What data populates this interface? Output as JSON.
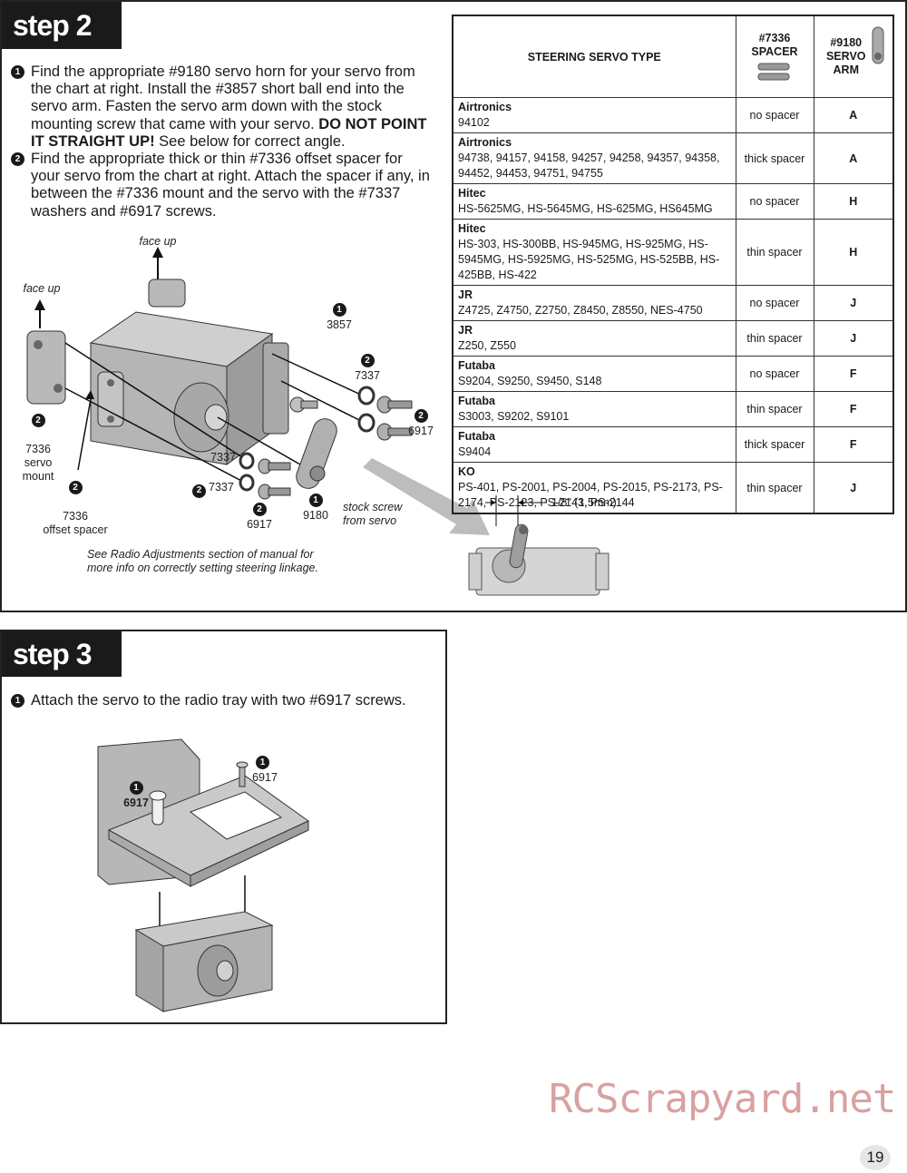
{
  "step2": {
    "tab": "step 2",
    "instructions": [
      {
        "num": "1",
        "text": "Find the appropriate #9180 servo horn for your servo from the chart at right. Install the #3857 short ball end into the servo arm. Fasten the servo arm down with the stock mounting screw that came with your servo. ",
        "bold": "DO NOT POINT IT STRAIGHT UP!",
        "tail": " See below for correct angle."
      },
      {
        "num": "2",
        "text": "Find the appropriate thick or thin #7336 offset spacer for your servo from the chart at right. Attach the spacer if any, in between the #7336 mount and the servo with the #7337 washers and #6917 screws."
      }
    ],
    "labels": {
      "face_up_1": "face up",
      "face_up_2": "face up",
      "n3857_num": "1",
      "n3857": "3857",
      "n7337a_num": "2",
      "n7337a": "7337",
      "n6917a_num": "2",
      "n6917a": "6917",
      "servo_mount_num": "2",
      "servo_mount": "7336\nservo\nmount",
      "offset_spacer_num": "2",
      "offset_spacer": "7336\noffset spacer",
      "n7337b": "7337",
      "n7337c_num": "2",
      "n7337c": "7337",
      "n6917b_num": "2",
      "n6917b": "6917",
      "n9180_num": "1",
      "n9180": "9180",
      "stock_screw": "stock screw\nfrom servo",
      "note": "See Radio Adjustments section of manual  for\nmore info on correctly setting steering linkage.",
      "measure": "1/8\" (1.5mm)"
    },
    "table": {
      "headers": {
        "type": "STEERING SERVO TYPE",
        "spacer": "#7336\nSPACER",
        "arm": "#9180\nSERVO\nARM"
      },
      "rows": [
        {
          "brand": "Airtronics",
          "models": "94102",
          "spacer": "no spacer",
          "arm": "A"
        },
        {
          "brand": "Airtronics",
          "models": "94738, 94157, 94158, 94257, 94258, 94357, 94358, 94452, 94453, 94751, 94755",
          "spacer": "thick spacer",
          "arm": "A"
        },
        {
          "brand": "Hitec",
          "models": "HS-5625MG, HS-5645MG, HS-625MG, HS645MG",
          "spacer": "no spacer",
          "arm": "H"
        },
        {
          "brand": "Hitec",
          "models": "HS-303, HS-300BB, HS-945MG, HS-925MG, HS-5945MG, HS-5925MG, HS-525MG, HS-525BB, HS-425BB, HS-422",
          "spacer": "thin spacer",
          "arm": "H"
        },
        {
          "brand": "JR",
          "models": "Z4725, Z4750, Z2750, Z8450, Z8550, NES-4750",
          "spacer": "no spacer",
          "arm": "J"
        },
        {
          "brand": "JR",
          "models": "Z250, Z550",
          "spacer": "thin spacer",
          "arm": "J"
        },
        {
          "brand": "Futaba",
          "models": "S9204, S9250, S9450, S148",
          "spacer": "no spacer",
          "arm": "F"
        },
        {
          "brand": "Futaba",
          "models": "S3003, S9202, S9101",
          "spacer": "thin spacer",
          "arm": "F"
        },
        {
          "brand": "Futaba",
          "models": "S9404",
          "spacer": "thick spacer",
          "arm": "F"
        },
        {
          "brand": "KO",
          "models": "PS-401, PS-2001, PS-2004, PS-2015, PS-2173, PS-2174, PS-2123, PS-2143, PS-2144",
          "spacer": "thin spacer",
          "arm": "J"
        }
      ]
    }
  },
  "step3": {
    "tab": "step 3",
    "instruction_num": "1",
    "instruction": "Attach the servo to the radio tray with two #6917 screws.",
    "label_a_num": "1",
    "label_a": "6917",
    "label_b_num": "1",
    "label_b": "6917"
  },
  "watermark": "RCScrapyard.net",
  "page_number": "19"
}
